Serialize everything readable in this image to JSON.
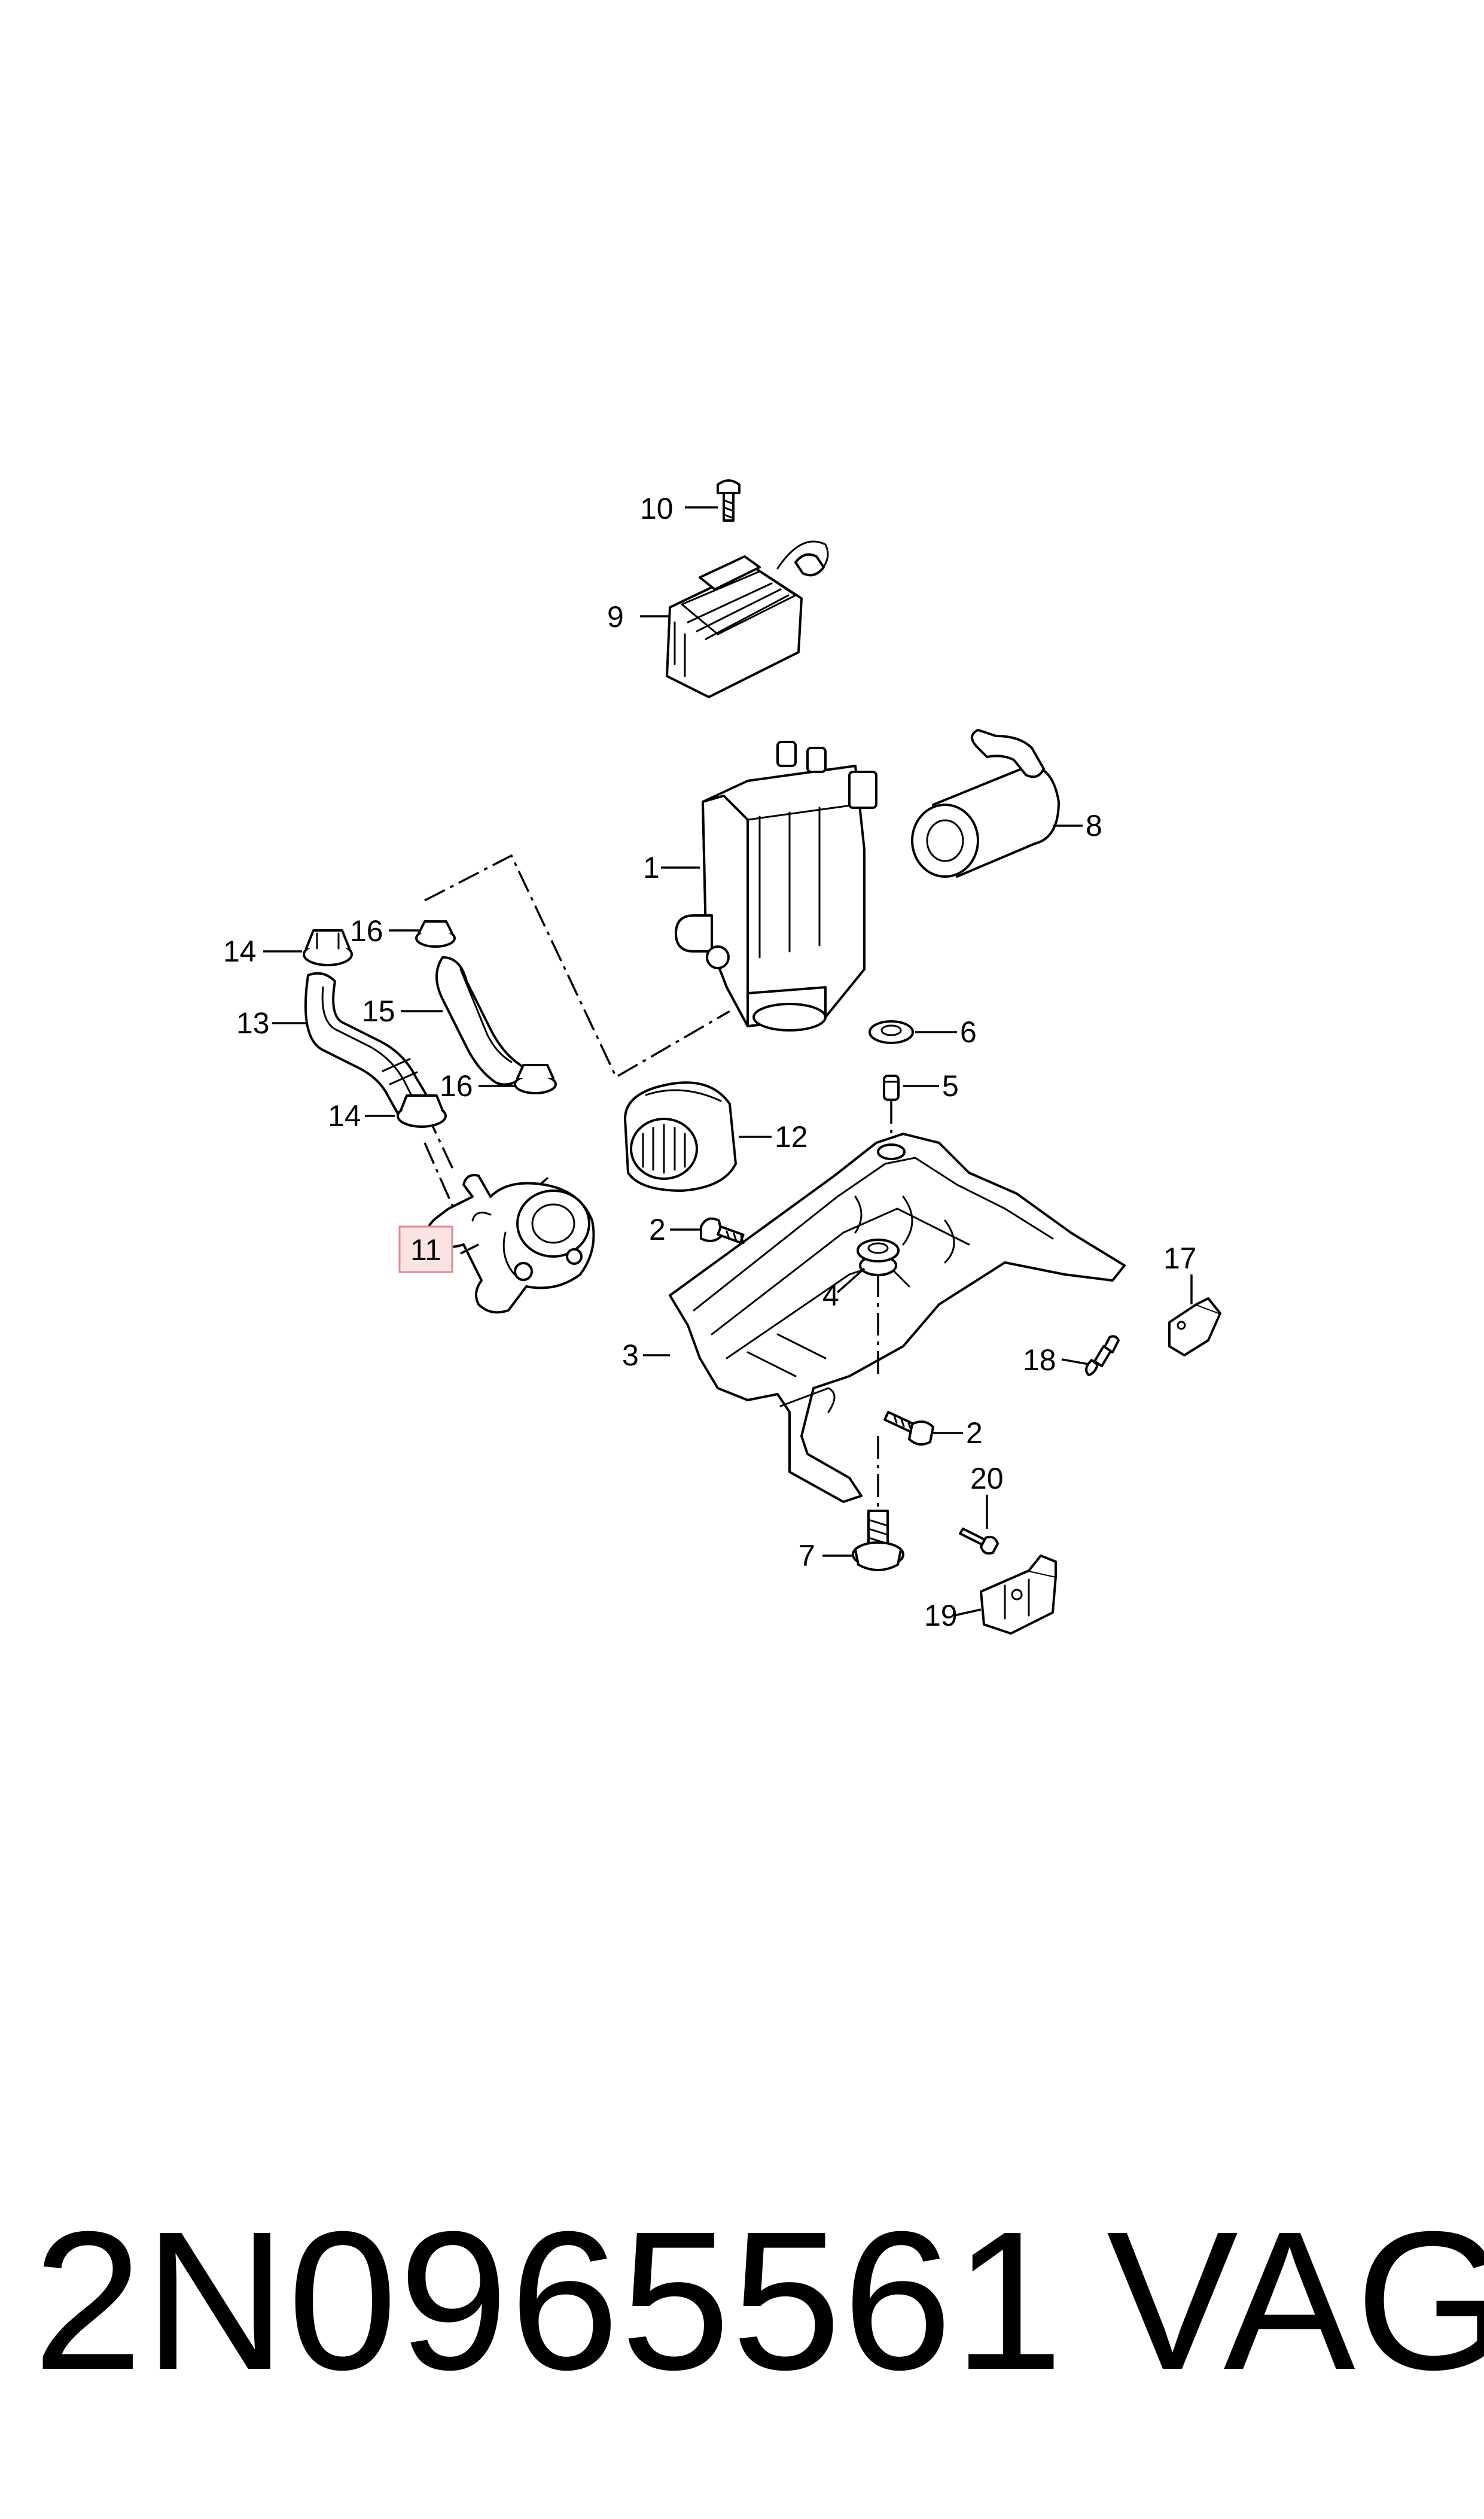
{
  "callouts": {
    "c1": "1",
    "c2a": "2",
    "c2b": "2",
    "c3": "3",
    "c4": "4",
    "c5": "5",
    "c6": "6",
    "c7": "7",
    "c8": "8",
    "c9": "9",
    "c10": "10",
    "c11": "11",
    "c12": "12",
    "c13": "13",
    "c14a": "14",
    "c14b": "14",
    "c15": "15",
    "c16a": "16",
    "c16b": "16",
    "c17": "17",
    "c18": "18",
    "c19": "19",
    "c20": "20"
  },
  "highlighted_callout": "11",
  "footer": {
    "part_number": "2N0965561",
    "brand": "VAG"
  }
}
